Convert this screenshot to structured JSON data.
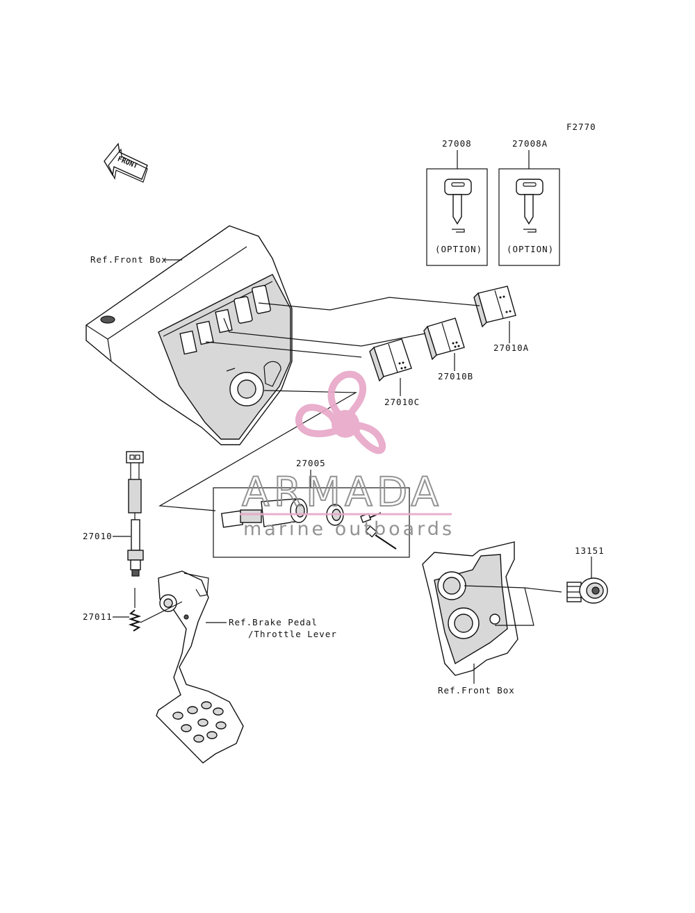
{
  "figure_id": "F2770",
  "parts": {
    "key_27008": "27008",
    "key_27008A": "27008A",
    "switch_27010A": "27010A",
    "switch_27010B": "27010B",
    "switch_27010C": "27010C",
    "ignition_27005": "27005",
    "switch_27010": "27010",
    "spring_27011": "27011",
    "socket_13151": "13151"
  },
  "notes": {
    "option_1": "(OPTION)",
    "option_2": "(OPTION)",
    "front_arrow": "FRONT"
  },
  "references": {
    "front_box_top": "Ref.Front Box",
    "front_box_bottom": "Ref.Front Box",
    "brake_pedal_line1": "Ref.Brake Pedal",
    "brake_pedal_line2": "/Throttle Lever"
  },
  "watermark": {
    "brand": "ARMADA",
    "tagline": "marine outboards",
    "colors": {
      "logo_pink": "#e8a9c8",
      "text_gray": "#8a8a8a"
    }
  }
}
